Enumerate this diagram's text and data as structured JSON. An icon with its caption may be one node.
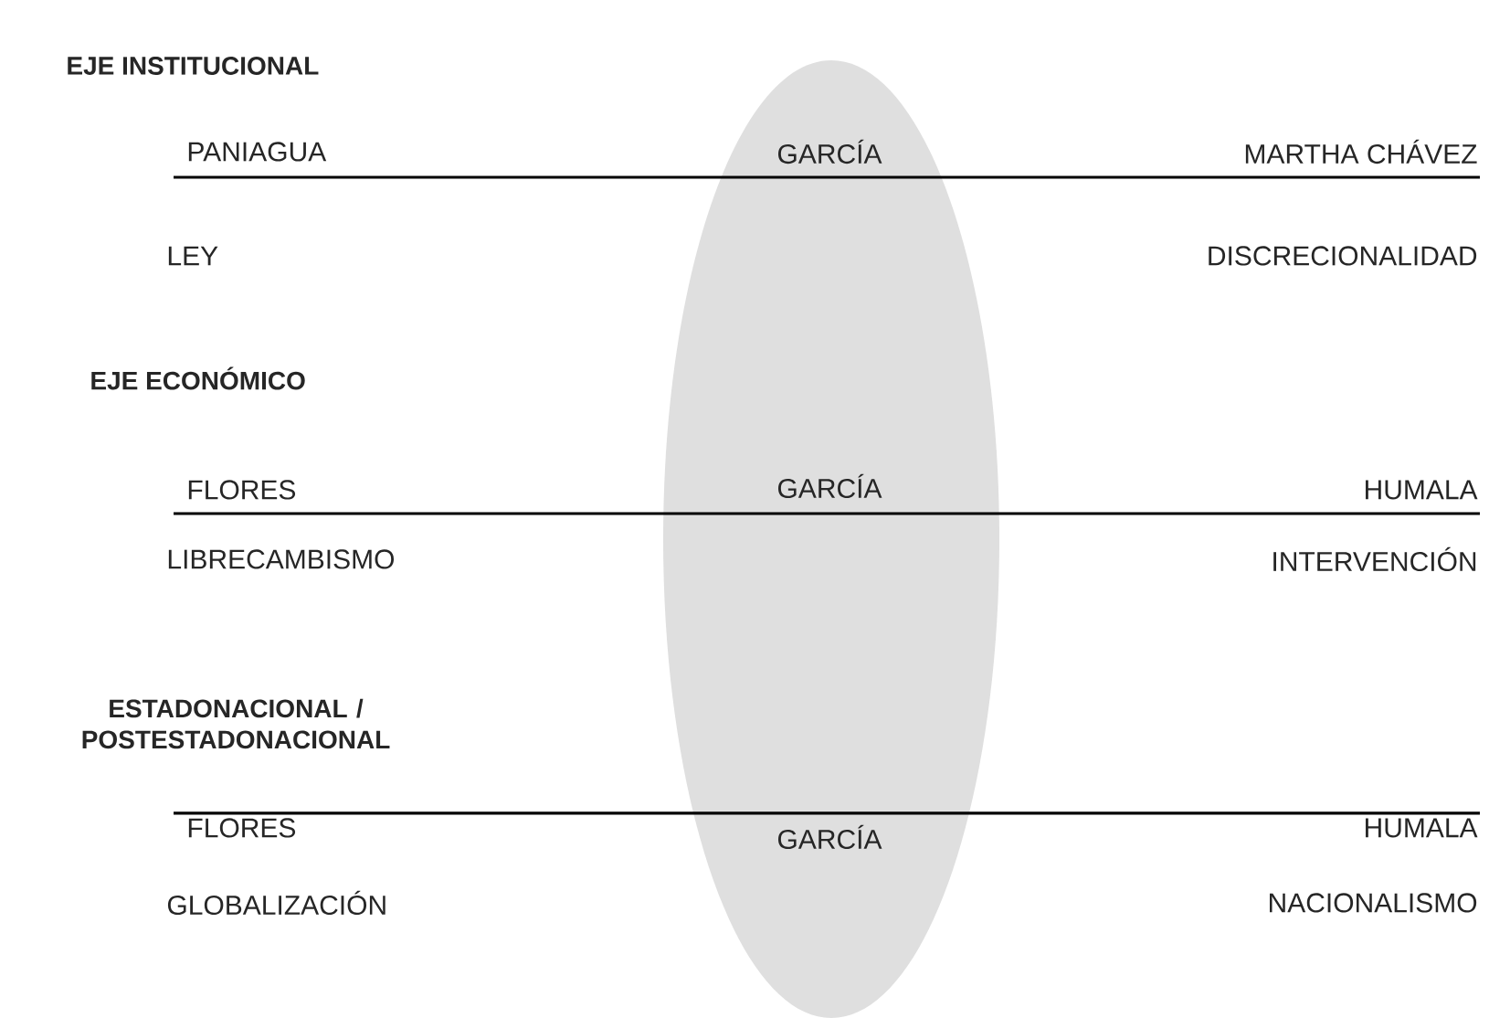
{
  "diagram": {
    "labels": [
      "EJE INSTITUCIONAL",
      "PANIAGUA",
      "GARCÍA",
      "MARTHA CHÁVEZ",
      "LEY",
      "DISCRECIONALIDAD",
      "EJE ECONÓMICO",
      "FLORES",
      "GARCÍA",
      "HUMALA",
      "LIBRECAMBISMO",
      "INTERVENCIÓN",
      "ESTADONACIONAL / POSTESTADONACIONAL",
      "FLORES",
      "GARCÍA",
      "HUMALA",
      "GLOBALIZACIÓN",
      "NACIONALISMO"
    ]
  }
}
